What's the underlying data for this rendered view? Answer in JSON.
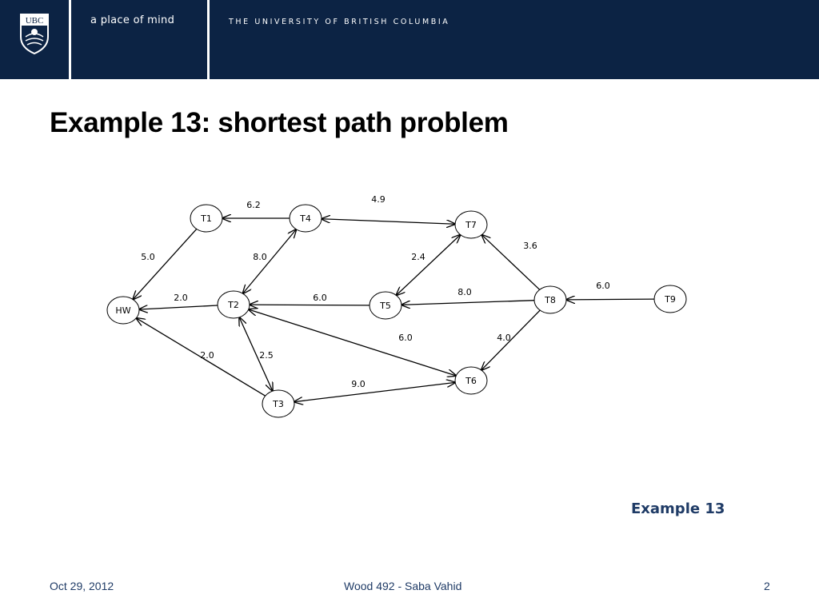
{
  "header": {
    "logo_text": "UBC",
    "tagline": "a place of mind",
    "university": "THE UNIVERSITY OF BRITISH COLUMBIA",
    "background_color": "#0c2344"
  },
  "slide": {
    "title": "Example 13: shortest path problem",
    "example_label": "Example 13"
  },
  "graph": {
    "nodes": [
      {
        "id": "HW",
        "label": "HW"
      },
      {
        "id": "T1",
        "label": "T1"
      },
      {
        "id": "T2",
        "label": "T2"
      },
      {
        "id": "T3",
        "label": "T3"
      },
      {
        "id": "T4",
        "label": "T4"
      },
      {
        "id": "T5",
        "label": "T5"
      },
      {
        "id": "T6",
        "label": "T6"
      },
      {
        "id": "T7",
        "label": "T7"
      },
      {
        "id": "T8",
        "label": "T8"
      },
      {
        "id": "T9",
        "label": "T9"
      }
    ],
    "edges": [
      {
        "from": "T1",
        "to": "HW",
        "weight": "5.0",
        "direction": "to"
      },
      {
        "from": "T4",
        "to": "T1",
        "weight": "6.2",
        "direction": "to"
      },
      {
        "from": "T4",
        "to": "T7",
        "weight": "4.9",
        "direction": "both"
      },
      {
        "from": "T4",
        "to": "T2",
        "weight": "8.0",
        "direction": "both"
      },
      {
        "from": "T2",
        "to": "HW",
        "weight": "2.0",
        "direction": "to"
      },
      {
        "from": "T3",
        "to": "HW",
        "weight": "2.0",
        "direction": "to"
      },
      {
        "from": "T2",
        "to": "T3",
        "weight": "2.5",
        "direction": "both"
      },
      {
        "from": "T5",
        "to": "T2",
        "weight": "6.0",
        "direction": "to"
      },
      {
        "from": "T2",
        "to": "T6",
        "weight": "6.0",
        "direction": "both"
      },
      {
        "from": "T3",
        "to": "T6",
        "weight": "9.0",
        "direction": "both"
      },
      {
        "from": "T7",
        "to": "T5",
        "weight": "2.4",
        "direction": "both"
      },
      {
        "from": "T8",
        "to": "T5",
        "weight": "8.0",
        "direction": "to"
      },
      {
        "from": "T8",
        "to": "T7",
        "weight": "3.6",
        "direction": "to"
      },
      {
        "from": "T8",
        "to": "T6",
        "weight": "4.0",
        "direction": "to"
      },
      {
        "from": "T9",
        "to": "T8",
        "weight": "6.0",
        "direction": "to"
      }
    ]
  },
  "footer": {
    "date": "Oct 29, 2012",
    "center": "Wood 492 - Saba Vahid",
    "page": "2"
  }
}
